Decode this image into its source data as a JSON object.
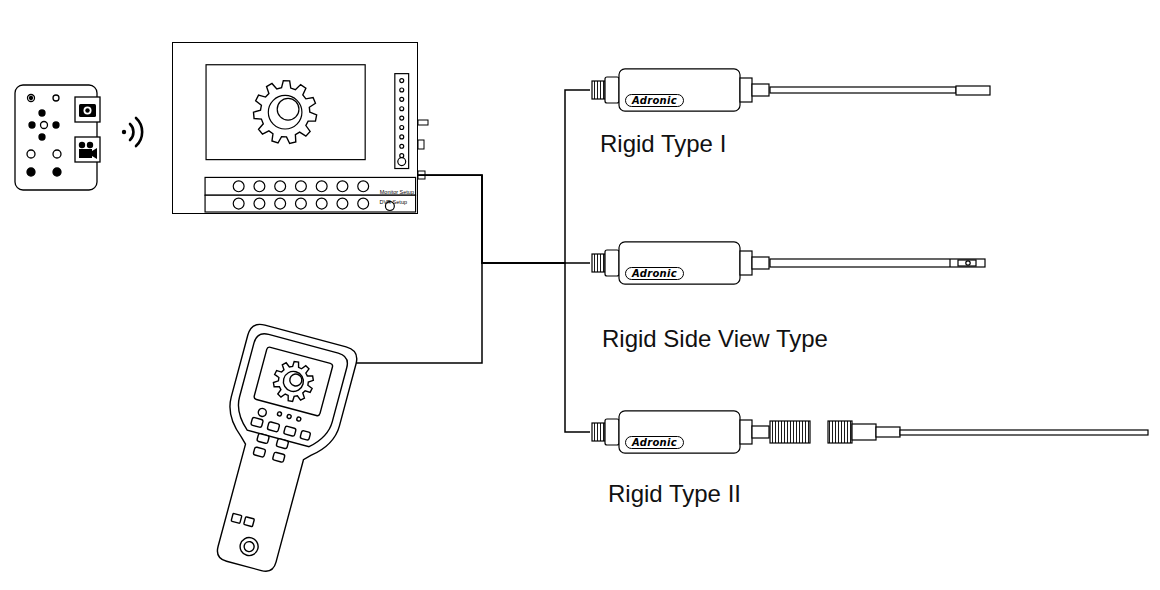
{
  "diagram": {
    "nodes": [
      {
        "text": [
          "Monitor Setup",
          "DVR Setup"
        ]
      },
      {
        "text": [
          "Adronic",
          "Rigid Type I"
        ]
      },
      {
        "text": [
          "Adronic",
          "Rigid Side View Type"
        ]
      },
      {
        "text": [
          "Adronic",
          "Rigid Type II"
        ]
      }
    ],
    "edges": [
      {
        "from": 0,
        "to": 1,
        "arrow": "none"
      },
      {
        "from": 0,
        "to": 2,
        "arrow": "none"
      },
      {
        "from": 0,
        "to": 3,
        "arrow": "none"
      }
    ]
  }
}
